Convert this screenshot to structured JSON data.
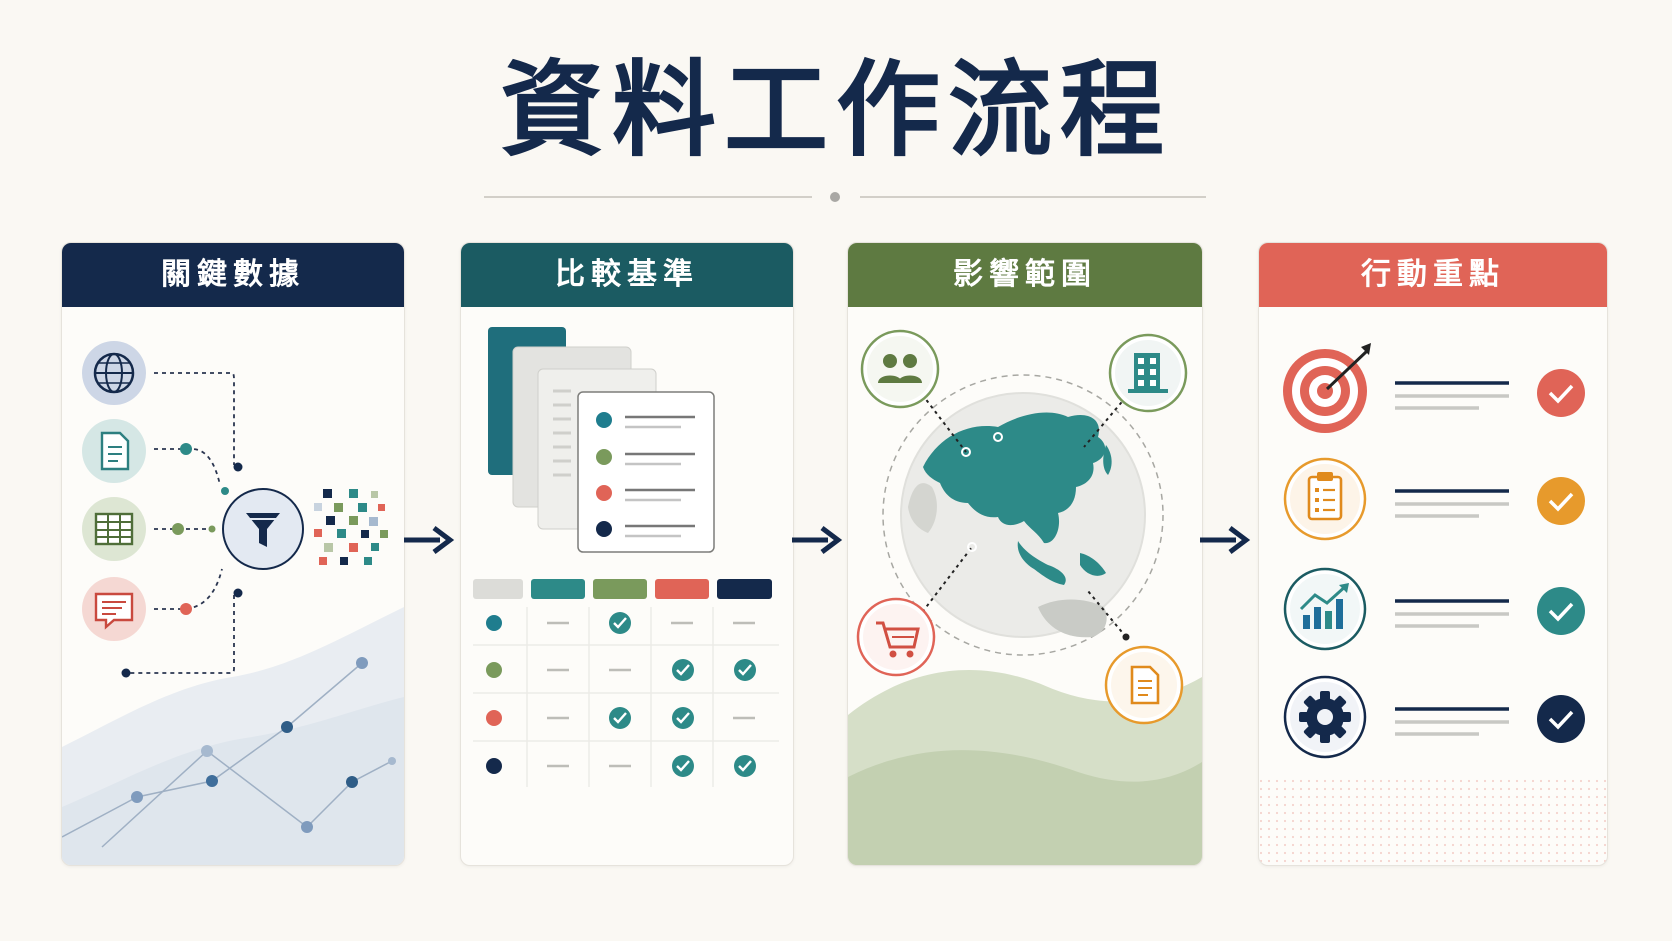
{
  "title": "資料工作流程",
  "colors": {
    "navy": "#14294b",
    "teal": "#1b5b62",
    "green": "#5e7a41",
    "coral": "#e06457",
    "teal_accent": "#2d8a88",
    "green_accent": "#7a9a5c",
    "orange_accent": "#e79a2c",
    "background": "#faf8f3"
  },
  "panels": [
    {
      "label": "關鍵數據",
      "header_color": "#14294b",
      "icons": [
        "globe-icon",
        "document-icon",
        "spreadsheet-icon",
        "chat-report-icon",
        "filter-funnel-icon"
      ]
    },
    {
      "label": "比較基準",
      "header_color": "#1b5b62",
      "icons": [
        "stacked-documents-icon",
        "comparison-table-icon",
        "check-icon"
      ]
    },
    {
      "label": "影響範圍",
      "header_color": "#5e7a41",
      "icons": [
        "people-icon",
        "building-icon",
        "shopping-cart-icon",
        "document-icon",
        "asia-map-globe"
      ]
    },
    {
      "label": "行動重點",
      "header_color": "#e06457",
      "icons": [
        "target-icon",
        "clipboard-icon",
        "growth-chart-icon",
        "gear-icon",
        "check-icon"
      ]
    }
  ]
}
